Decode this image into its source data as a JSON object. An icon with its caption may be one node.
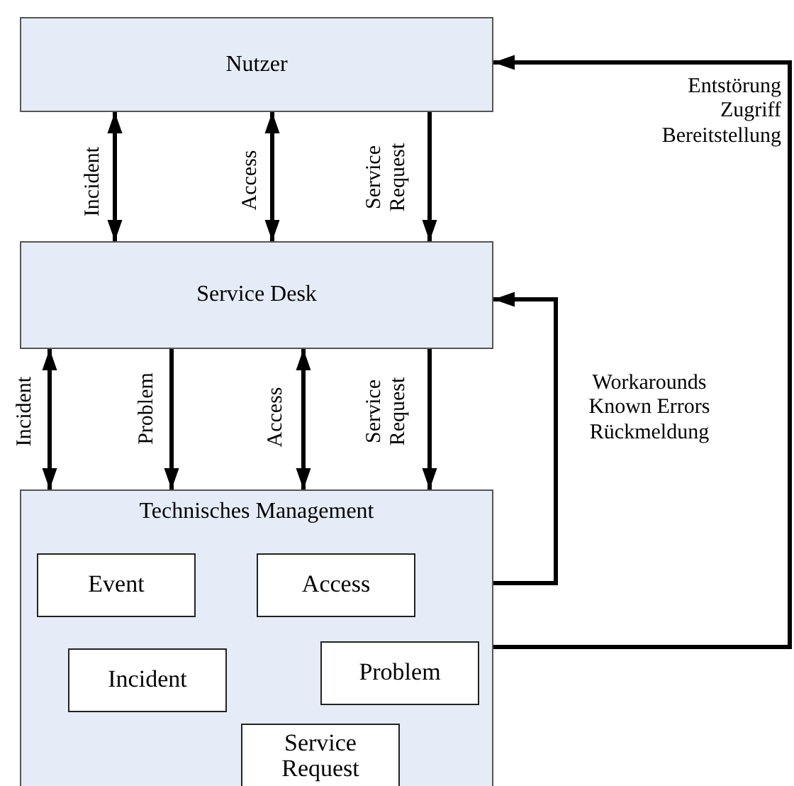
{
  "diagram": {
    "nodes": [
      {
        "text": [
          "Nutzer"
        ]
      },
      {
        "text": [
          "Service Desk"
        ]
      },
      {
        "text": [
          "Technisches Management"
        ]
      },
      {
        "text": [
          "Event"
        ],
        "in": 2
      },
      {
        "text": [
          "Access"
        ],
        "in": 2
      },
      {
        "text": [
          "Incident"
        ],
        "in": 2
      },
      {
        "text": [
          "Problem"
        ],
        "in": 2
      },
      {
        "text": [
          "Service Request"
        ],
        "in": 2
      }
    ],
    "edges": [
      {
        "from": 0,
        "to": 1,
        "arrow": "both",
        "label": "Incident"
      },
      {
        "from": 0,
        "to": 1,
        "arrow": "both",
        "label": "Access"
      },
      {
        "from": 0,
        "to": 1,
        "arrow": "to",
        "label": "Service Request"
      },
      {
        "from": 1,
        "to": 2,
        "arrow": "both",
        "label": "Incident"
      },
      {
        "from": 1,
        "to": 2,
        "arrow": "to",
        "label": "Problem"
      },
      {
        "from": 1,
        "to": 2,
        "arrow": "both",
        "label": "Access"
      },
      {
        "from": 1,
        "to": 2,
        "arrow": "to",
        "label": "Service Request"
      },
      {
        "from": 2,
        "to": 1,
        "arrow": "to",
        "label": "Workarounds Known Errors Rückmeldung"
      },
      {
        "from": 2,
        "to": 0,
        "arrow": "to",
        "label": "Entstörung Zugriff Bereitstellung"
      }
    ]
  }
}
